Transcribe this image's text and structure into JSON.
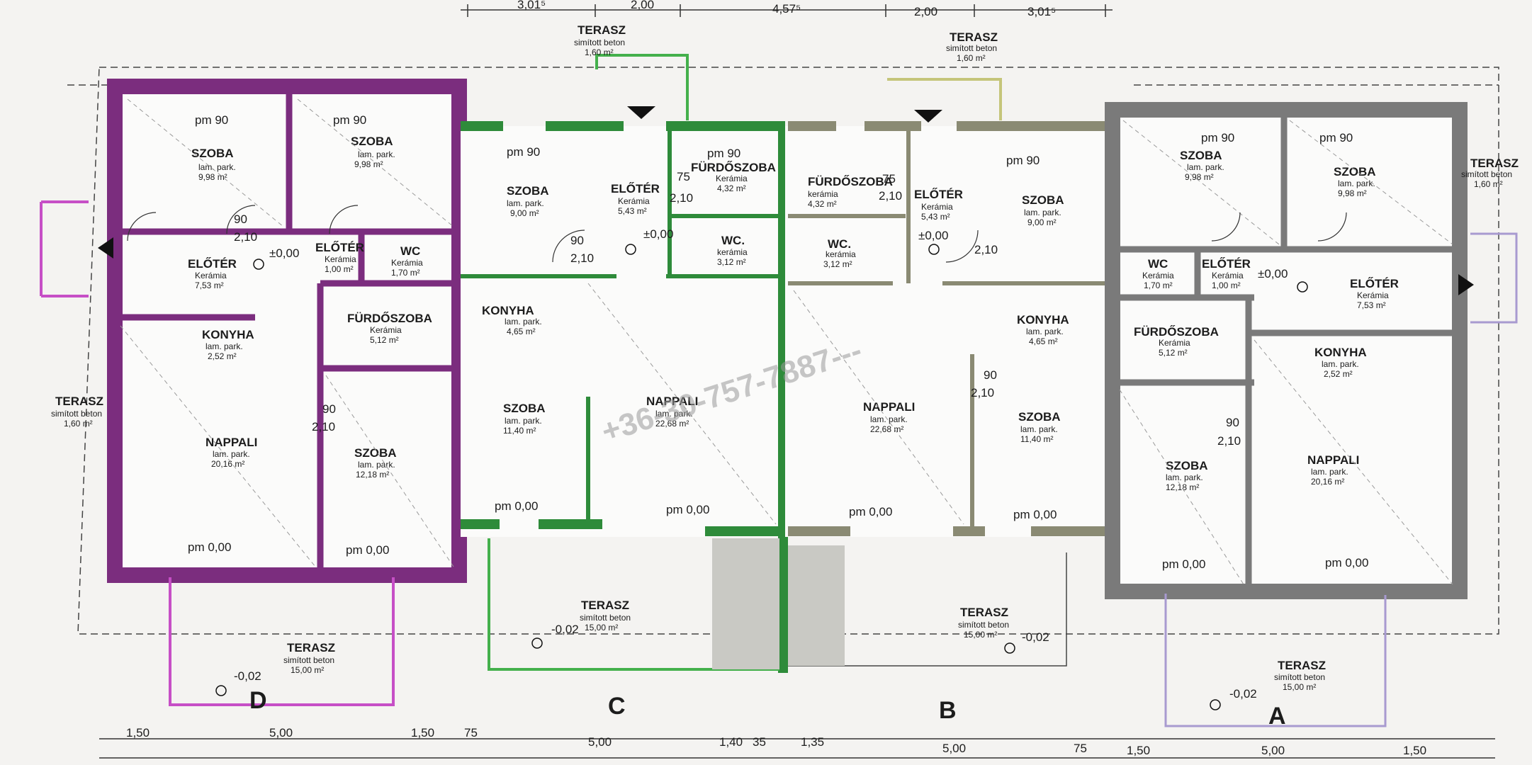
{
  "colors": {
    "D": "#7b2d7e",
    "C": "#2e8b3a",
    "B": "#8a8a73",
    "A": "#7a7a7a"
  },
  "top_dims": [
    "3,01⁵",
    "2,00",
    "4,57⁵",
    "2,00",
    "3,01⁵"
  ],
  "bottom_dims": [
    "1,50",
    "5,00",
    "1,50",
    "75",
    "5,00",
    "1,40",
    "35",
    "1,35",
    "5,00",
    "75",
    "1,50",
    "5,00",
    "1,50"
  ],
  "units": {
    "D": {
      "letter": "D",
      "rooms": [
        {
          "name": "SZOBA",
          "floor": "lam. park.",
          "area": "9,98 m²",
          "pm": "pm 90"
        },
        {
          "name": "SZOBA",
          "floor": "lam. park.",
          "area": "9,98 m²",
          "pm": "pm 90"
        },
        {
          "name": "ELŐTÉR",
          "floor": "Kerámia",
          "area": "7,53 m²",
          "pm": "±0,00"
        },
        {
          "name": "ELŐTÉR",
          "floor": "Kerámia",
          "area": "1,00 m²",
          "pm": ""
        },
        {
          "name": "WC",
          "floor": "Kerámia",
          "area": "1,70 m²",
          "pm": ""
        },
        {
          "name": "FÜRDŐSZOBA",
          "floor": "Kerámia",
          "area": "5,12 m²",
          "pm": ""
        },
        {
          "name": "KONYHA",
          "floor": "lam. park.",
          "area": "2,52 m²",
          "pm": ""
        },
        {
          "name": "NAPPALI",
          "floor": "lam. park.",
          "area": "20,16 m²",
          "pm": "pm 0,00"
        },
        {
          "name": "SZOBA",
          "floor": "lam. park.",
          "area": "12,18 m²",
          "pm": "pm 0,00"
        }
      ],
      "terrace_side": {
        "name": "TERASZ",
        "floor": "simított beton",
        "area": "1,60 m²"
      },
      "terrace_back": {
        "name": "TERASZ",
        "floor": "simított beton",
        "area": "15,00 m²",
        "level": "-0,02"
      }
    },
    "C": {
      "letter": "C",
      "rooms": [
        {
          "name": "SZOBA",
          "floor": "lam. park.",
          "area": "9,00 m²",
          "pm": "pm 90"
        },
        {
          "name": "ELŐTÉR",
          "floor": "Kerámia",
          "area": "5,43 m²",
          "pm": "±0,00"
        },
        {
          "name": "FÜRDŐSZOBA",
          "floor": "Kerámia",
          "area": "4,32 m²",
          "pm": "pm 90"
        },
        {
          "name": "WC.",
          "floor": "kerámia",
          "area": "3,12 m²",
          "pm": ""
        },
        {
          "name": "KONYHA",
          "floor": "lam. park.",
          "area": "4,65 m²",
          "pm": ""
        },
        {
          "name": "SZOBA",
          "floor": "lam. park.",
          "area": "11,40 m²",
          "pm": "pm 0,00"
        },
        {
          "name": "NAPPALI",
          "floor": "lam. park.",
          "area": "22,68 m²",
          "pm": "pm 0,00"
        }
      ],
      "terrace_front": {
        "name": "TERASZ",
        "floor": "simított beton",
        "area": "1,60 m²"
      },
      "terrace_back": {
        "name": "TERASZ",
        "floor": "simított beton",
        "area": "15,00 m²",
        "level": "-0,02"
      }
    },
    "B": {
      "letter": "B",
      "rooms": [
        {
          "name": "FÜRDŐSZOBA",
          "floor": "kerámia",
          "area": "4,32 m²",
          "pm": ""
        },
        {
          "name": "ELŐTÉR",
          "floor": "Kerámia",
          "area": "5,43 m²",
          "pm": "±0,00"
        },
        {
          "name": "SZOBA",
          "floor": "lam. park.",
          "area": "9,00 m²",
          "pm": "pm 90"
        },
        {
          "name": "WC.",
          "floor": "kerámia",
          "area": "3,12 m²",
          "pm": ""
        },
        {
          "name": "KONYHA",
          "floor": "lam. park.",
          "area": "4,65 m²",
          "pm": ""
        },
        {
          "name": "NAPPALI",
          "floor": "lam. park.",
          "area": "22,68 m²",
          "pm": "pm 0,00"
        },
        {
          "name": "SZOBA",
          "floor": "lam. park.",
          "area": "11,40 m²",
          "pm": "pm 0,00"
        }
      ],
      "terrace_front": {
        "name": "TERASZ",
        "floor": "simított beton",
        "area": "1,60 m²"
      },
      "terrace_back": {
        "name": "TERASZ",
        "floor": "simított beton",
        "area": "15,00 m²",
        "level": "-0,02"
      }
    },
    "A": {
      "letter": "A",
      "rooms": [
        {
          "name": "SZOBA",
          "floor": "lam. park.",
          "area": "9,98 m²",
          "pm": "pm 90"
        },
        {
          "name": "SZOBA",
          "floor": "lam. park.",
          "area": "9,98 m²",
          "pm": "pm 90"
        },
        {
          "name": "WC",
          "floor": "Kerámia",
          "area": "1,70 m²",
          "pm": ""
        },
        {
          "name": "ELŐTÉR",
          "floor": "Kerámia",
          "area": "1,00 m²",
          "pm": "±0,00"
        },
        {
          "name": "ELŐTÉR",
          "floor": "Kerámia",
          "area": "7,53 m²",
          "pm": ""
        },
        {
          "name": "FÜRDŐSZOBA",
          "floor": "Kerámia",
          "area": "5,12 m²",
          "pm": ""
        },
        {
          "name": "KONYHA",
          "floor": "lam. park.",
          "area": "2,52 m²",
          "pm": ""
        },
        {
          "name": "SZOBA",
          "floor": "lam. park.",
          "area": "12,18 m²",
          "pm": "pm 0,00"
        },
        {
          "name": "NAPPALI",
          "floor": "lam. park.",
          "area": "20,16 m²",
          "pm": "pm 0,00"
        }
      ],
      "terrace_side": {
        "name": "TERASZ",
        "floor": "simított beton",
        "area": "1,60 m²"
      },
      "terrace_back": {
        "name": "TERASZ",
        "floor": "simított beton",
        "area": "15,00 m²",
        "level": "-0,02"
      }
    }
  },
  "door_label": "2,10",
  "door_widths": [
    "90",
    "75"
  ],
  "watermark": "+36-30-757-7887---"
}
